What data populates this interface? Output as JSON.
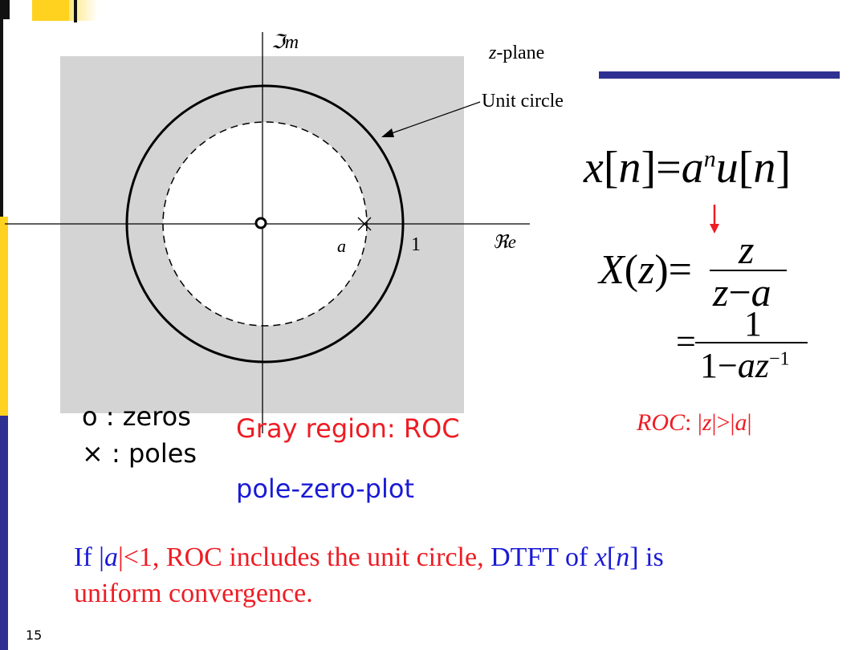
{
  "slide": {
    "page_number": "15"
  },
  "colors": {
    "accent_blue": "#2e3192",
    "accent_yellow": "#ffd21f",
    "red": "#ee1c24",
    "blue": "#1a1ad6",
    "roc_gray": "#d4d4d4"
  },
  "diagram": {
    "im_label": "ℑm",
    "re_label": "ℜe",
    "plane_label": "z-plane",
    "unit_circle_label": "Unit circle",
    "a_label": "a",
    "one_label": "1"
  },
  "formulas": {
    "signal": {
      "x": "x",
      "n": "n",
      "eq": "=",
      "a": "a",
      "sup": "n",
      "u": "u"
    },
    "transform": {
      "X": "X",
      "z": "z",
      "eq": "=",
      "minus": "−",
      "a": "a",
      "one": "1",
      "exp": "−1"
    },
    "roc": {
      "label": "ROC",
      "colon": ":",
      "z": "z",
      "gt": ">",
      "a": "a"
    }
  },
  "legend": {
    "zeros": "o : zeros",
    "poles": "× : poles"
  },
  "captions": {
    "gray_region": "Gray region: ROC",
    "pole_zero_plot": "pole-zero-plot"
  },
  "statement": {
    "p1": "If |",
    "a1": "a",
    "p2": "|<1, ROC includes the unit circle, ",
    "p3": "DTFT of ",
    "x": "x",
    "b1": "[",
    "n": "n",
    "b2": "] is",
    "p4": "uniform convergence."
  }
}
